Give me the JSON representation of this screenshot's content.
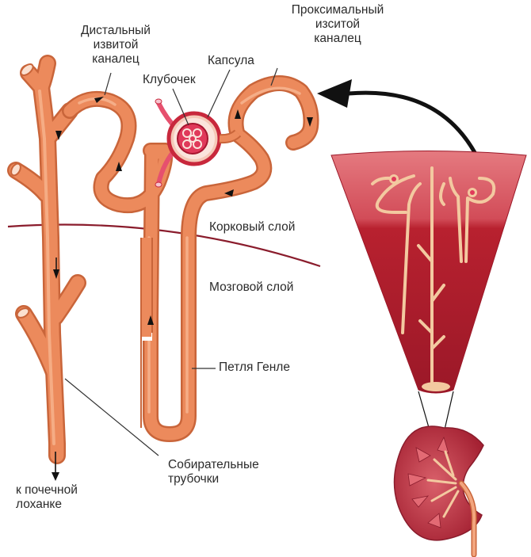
{
  "labels": {
    "distal": "Дистальный\nизвитой\nканалец",
    "proximal": "Проксимальный\nизситой\nканалец",
    "capsule": "Капсула",
    "glomerulus": "Клубочек",
    "cortex": "Корковый слой",
    "medulla": "Мозговой слой",
    "henle": "Петля Генле",
    "collecting": "Собирательные\nтрубочки",
    "pelvis": "к почечной\nлоханке"
  },
  "colors": {
    "tubule": "#ec8a5c",
    "tubule_dark": "#c9653a",
    "tubule_light": "#f7b48f",
    "boundary": "#8a1c2c",
    "capsule": "#c8283c",
    "glomerulus": "#e0395a",
    "vessel": "#e6506e",
    "wedge_top": "#d9636b",
    "wedge_bottom": "#a31a2a",
    "wedge_tubule": "#f3c9a0",
    "arrow": "#111111"
  }
}
